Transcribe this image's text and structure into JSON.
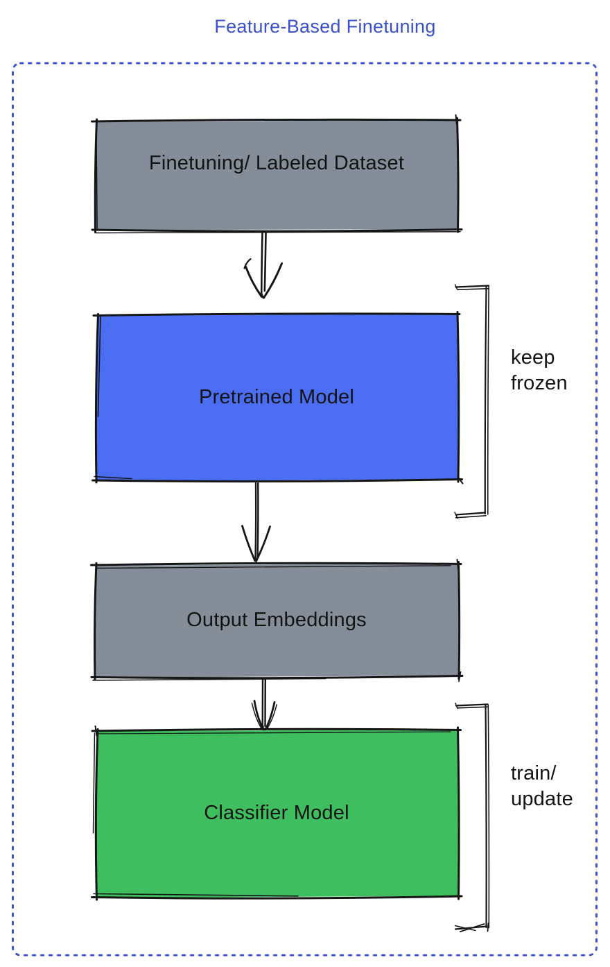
{
  "title": "Feature-Based Finetuning",
  "colors": {
    "title_text": "#3A51C7",
    "container_border": "#3D55C9",
    "dataset_fill": "#858D99",
    "pretrained_fill": "#4A6DF2",
    "embeddings_fill": "#858D99",
    "classifier_fill": "#3EBE5F",
    "sketch_stroke": "#161616",
    "label_text": "#131313"
  },
  "nodes": {
    "dataset": {
      "label": "Finetuning/ Labeled Dataset"
    },
    "pretrained": {
      "label": "Pretrained Model"
    },
    "embeddings": {
      "label": "Output Embeddings"
    },
    "classifier": {
      "label": "Classifier Model"
    }
  },
  "edges": [
    {
      "from": "dataset",
      "to": "pretrained"
    },
    {
      "from": "pretrained",
      "to": "embeddings"
    },
    {
      "from": "embeddings",
      "to": "classifier"
    }
  ],
  "annotations": {
    "keep_frozen": {
      "line1": "keep",
      "line2": "frozen",
      "applies_to": "Pretrained Model"
    },
    "train_update": {
      "line1": "train/",
      "line2": "update",
      "applies_to": "Classifier Model"
    }
  }
}
